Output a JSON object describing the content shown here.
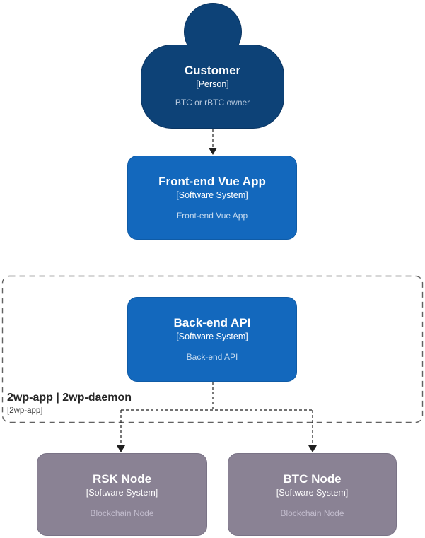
{
  "diagram": {
    "nodes": {
      "customer": {
        "title": "Customer",
        "meta": "[Person]",
        "description": "BTC or rBTC owner"
      },
      "frontend": {
        "title": "Front-end Vue App",
        "meta": "[Software System]",
        "description": "Front-end Vue App"
      },
      "backend": {
        "title": "Back-end API",
        "meta": "[Software System]",
        "description": "Back-end API"
      },
      "rsk": {
        "title": "RSK Node",
        "meta": "[Software System]",
        "description": "Blockchain Node"
      },
      "btc": {
        "title": "BTC Node",
        "meta": "[Software System]",
        "description": "Blockchain Node"
      }
    },
    "boundary": {
      "title": "2wp-app | 2wp-daemon",
      "meta": "[2wp-app]"
    },
    "colors": {
      "background": "#ffffff",
      "person_fill": "#0d4277",
      "person_stroke": "#0a3562",
      "person_desc": "#b7c9de",
      "system_fill": "#1368bd",
      "system_stroke": "#0f5ba6",
      "system_desc": "#c8dcf0",
      "node_fill": "#8a8294",
      "node_stroke": "#7a7386",
      "node_desc": "#c2bccd",
      "text": "#ffffff",
      "connector": "#1f1f1f",
      "boundary_border": "#616161",
      "boundary_title": "#262626",
      "boundary_meta": "#3f3f3f"
    }
  }
}
